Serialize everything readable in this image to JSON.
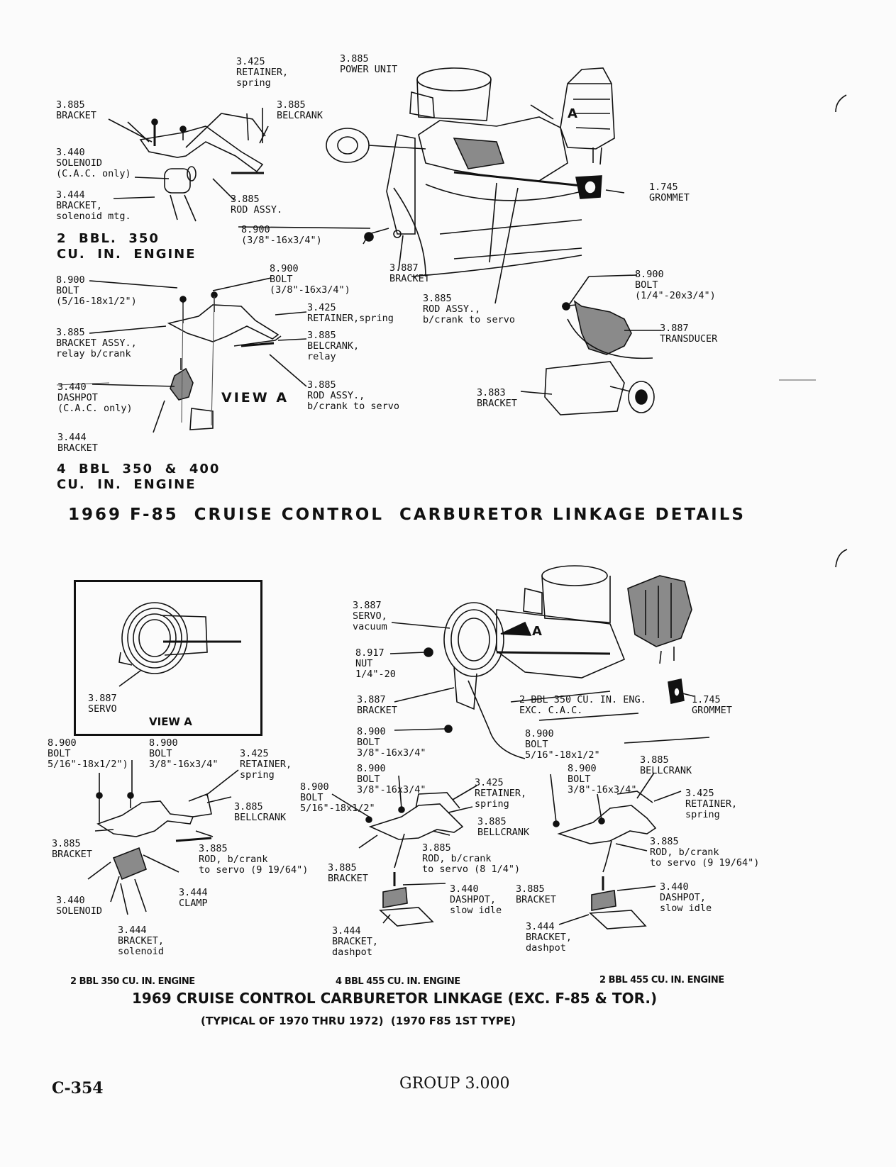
{
  "top_section": {
    "title": "1969 F-85  CRUISE CONTROL  CARBURETOR LINKAGE DETAILS",
    "view_a_label": "VIEW A",
    "view_a_marker": "A",
    "engine_2bbl": [
      "2  BBL.  350",
      "CU.  IN.  ENGINE"
    ],
    "engine_4bbl": [
      "4  BBL  350  &  400",
      "CU.  IN.  ENGINE"
    ],
    "labels": {
      "retainer_spring": "3.425\nRETAINER,\nspring",
      "power_unit": "3.885\nPOWER UNIT",
      "bracket_1": "3.885\nBRACKET",
      "belcrank_1": "3.885\nBELCRANK",
      "solenoid": "3.440\nSOLENOID\n(C.A.C. only)",
      "bracket_solenoid": "3.444\nBRACKET,\nsolenoid mtg.",
      "rod_assy_1": "3.885\nROD ASSY.",
      "bolt_1": "8.900\n(3/8\"-16x3/4\")",
      "bracket_887": "3.887\nBRACKET",
      "grommet_1": "1.745\nGROMMET",
      "bolt_516": "8.900\nBOLT\n(5/16-18x1/2\")",
      "bolt_38": "8.900\nBOLT\n(3/8\"-16x3/4\")",
      "retainer_spring_2": "3.425\nRETAINER,spring",
      "rod_assy_servo": "3.885\nROD ASSY.,\nb/crank to servo",
      "bolt_14": "8.900\nBOLT\n(1/4\"-20x3/4\")",
      "bracket_relay": "3.885\nBRACKET ASSY.,\nrelay b/crank",
      "belcrank_relay": "3.885\nBELCRANK,\nrelay",
      "transducer": "3.887\nTRANSDUCER",
      "dashpot": "3.440\nDASHPOT\n(C.A.C. only)",
      "rod_assy_servo_2": "3.885\nROD ASSY.,\nb/crank to servo",
      "bracket_883": "3.883\nBRACKET",
      "bracket_444": "3.444\nBRACKET"
    }
  },
  "bottom_section": {
    "view_a_label": "VIEW A",
    "view_a_marker": "A",
    "servo_inset": "3.887\nSERVO",
    "title": "1969 CRUISE CONTROL CARBURETOR LINKAGE (EXC. F-85 & TOR.)",
    "subtitle": "(TYPICAL OF 1970 THRU 1972)  (1970 F85 1ST TYPE)",
    "captions": [
      "2 BBL 350 CU. IN. ENGINE",
      "4 BBL 455 CU. IN. ENGINE",
      "2 BBL 455 CU. IN. ENGINE"
    ],
    "labels": {
      "servo_vacuum": "3.887\nSERVO,\nvacuum",
      "nut": "8.917\nNUT\n1/4\"-20",
      "bracket_887": "3.887\nBRACKET",
      "engine_note": "2 BBL 350 CU. IN. ENG.\nEXC. C.A.C.",
      "grommet": "1.745\nGROMMET",
      "bolt_c1": "8.900\nBOLT\n3/8\"-16x3/4\"",
      "bolt_c2": "8.900\nBOLT\n5/16\"-18x1/2\"",
      "l_bolt_516": "8.900\nBOLT\n5/16\"-18x1/2\")",
      "l_bolt_38": "8.900\nBOLT\n3/8\"-16x3/4\"",
      "l_retainer": "3.425\nRETAINER,\nspring",
      "l_bellcrank": "3.885\nBELLCRANK",
      "l_bracket": "3.885\nBRACKET",
      "l_rod": "3.885\nROD, b/crank\nto servo (9 19/64\")",
      "l_clamp": "3.444\nCLAMP",
      "l_solenoid": "3.440\nSOLENOID",
      "l_bracket_sol": "3.444\nBRACKET,\nsolenoid",
      "m_bolt_38": "8.900\nBOLT\n3/8\"-16x3/4\"",
      "m_bolt_516": "8.900\nBOLT\n5/16\"-18x1/2\"",
      "m_retainer": "3.425\nRETAINER,\nspring",
      "m_bellcrank": "3.885\nBELLCRANK",
      "m_rod": "3.885\nROD, b/crank\nto servo (8 1/4\")",
      "m_bracket": "3.885\nBRACKET",
      "m_dashpot": "3.440\nDASHPOT,\nslow idle",
      "m_bracket_dash": "3.444\nBRACKET,\ndashpot",
      "r_bellcrank": "3.885\nBELLCRANK",
      "r_bolt": "8.900\nBOLT\n3/8\"-16x3/4\"",
      "r_retainer": "3.425\nRETAINER,\nspring",
      "r_rod": "3.885\nROD, b/crank\nto servo (9 19/64\")",
      "r_bracket": "3.885\nBRACKET",
      "r_dashpot": "3.440\nDASHPOT,\nslow idle",
      "r_bracket_dash": "3.444\nBRACKET,\ndashpot"
    }
  },
  "footer": {
    "page_number": "C-354",
    "group": "GROUP 3.000"
  }
}
